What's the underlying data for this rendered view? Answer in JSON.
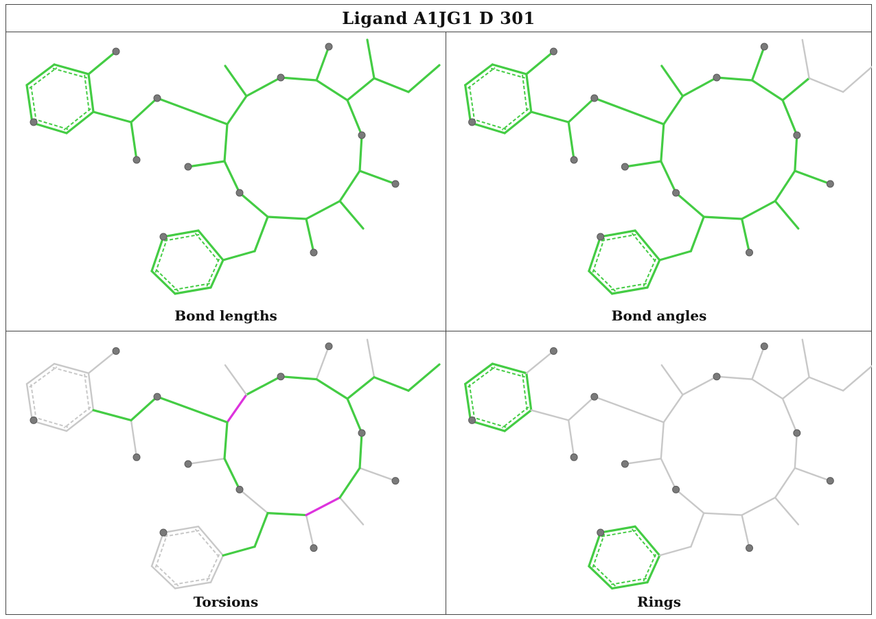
{
  "title": "Ligand A1JG1 D 301",
  "colors": {
    "good": "#44cc44",
    "neutral": "#c8c8c8",
    "outlier": "#dd33dd",
    "atom": "#7a7a7a"
  },
  "panels": [
    {
      "caption": "Bond lengths",
      "green_bonds": "all"
    },
    {
      "caption": "Bond angles",
      "green_bonds": "all_except_propenyl"
    },
    {
      "caption": "Torsions",
      "green_bonds": "torsion_set",
      "outlier_bonds": "two_ring_bonds"
    },
    {
      "caption": "Rings",
      "green_bonds": "aromatic_rings_only"
    }
  ]
}
